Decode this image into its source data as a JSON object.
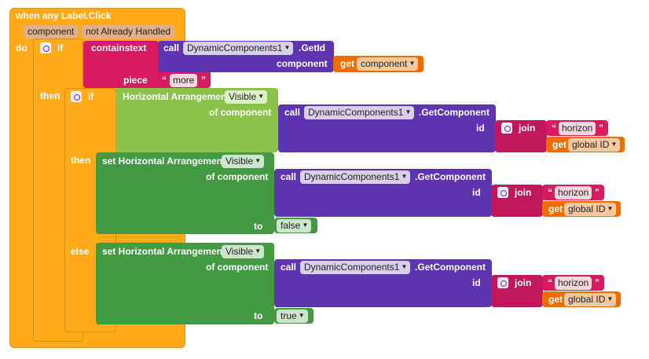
{
  "event": {
    "title": "when any Label.Click",
    "param_component": "component",
    "param_handled": "not Already Handled",
    "do_label": "do"
  },
  "if1": {
    "if_label": "if",
    "then_label": "then",
    "contains": {
      "label": "contains",
      "mode": "text",
      "piece_label": "piece",
      "piece_value": "more"
    },
    "getid": {
      "call": "call",
      "component": "DynamicComponents1",
      "method": ".GetId",
      "component_label": "component",
      "get": "get",
      "get_var": "component"
    }
  },
  "if2": {
    "if_label": "if",
    "then_label": "then",
    "else_label": "else",
    "cond": {
      "component": "Horizontal Arrangement.",
      "prop": "Visible",
      "of_component": "of component"
    }
  },
  "getcomponent": {
    "call": "call",
    "component": "DynamicComponents1",
    "method": ".GetComponent",
    "id_label": "id",
    "join": "join",
    "string": "horizon",
    "get": "get",
    "get_var": "global ID"
  },
  "setter1": {
    "set": "set Horizontal Arrangement.",
    "prop": "Visible",
    "of_component": "of component",
    "to": "to",
    "value": "false"
  },
  "setter2": {
    "set": "set Horizontal Arrangement.",
    "prop": "Visible",
    "of_component": "of component",
    "to": "to",
    "value": "true"
  },
  "colors": {
    "control": "#ffab19",
    "text_block": "#d81b60",
    "component": "#8bc34a",
    "setter": "#439a43",
    "dynamic": "#5e35b1",
    "variable": "#ef6c00",
    "join": "#c2185b"
  }
}
